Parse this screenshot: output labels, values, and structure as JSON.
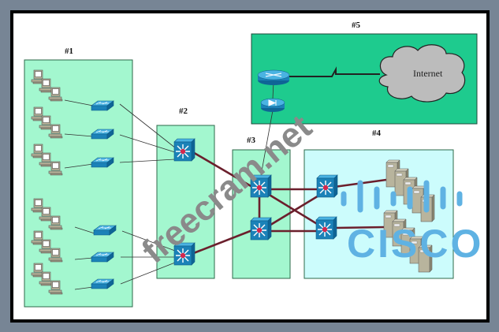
{
  "diagram": {
    "zones": [
      {
        "id": "zone1",
        "label": "#1",
        "fill": "#a3f7cf"
      },
      {
        "id": "zone2",
        "label": "#2",
        "fill": "#a3f7cf"
      },
      {
        "id": "zone3",
        "label": "#3",
        "fill": "#a3f7cf"
      },
      {
        "id": "zone4",
        "label": "#4",
        "fill": "#ccfcfc"
      },
      {
        "id": "zone5",
        "label": "#5",
        "fill": "#1ecb8e"
      }
    ],
    "cloud_label": "Internet",
    "devices": {
      "pc_groups": 6,
      "access_switches": 6,
      "distribution_switches": 2,
      "core_switches": 2,
      "server_farm_switches": 2,
      "server_stacks": 2,
      "servers_per_stack": 5,
      "edge_router": 1,
      "firewall": 1
    }
  },
  "watermark": {
    "text": "freecram.net",
    "logo_text": "CISCO"
  },
  "colors": {
    "background": "#778595",
    "panel": "#ffffff",
    "switch_blue": "#1b82b8",
    "trunk_link": "#6b1f2c",
    "cloud": "#bcbcbc"
  }
}
